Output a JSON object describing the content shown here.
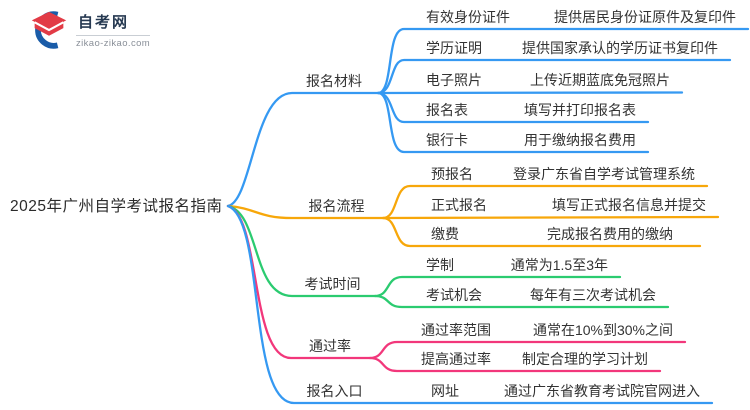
{
  "logo": {
    "site_name": "自考网",
    "site_url": "zikao-zikao.com"
  },
  "root": {
    "title": "2025年广州自学考试报名指南"
  },
  "colors": {
    "blue": "#3599F2",
    "orange": "#F7A70A",
    "green": "#2BCB70",
    "pink": "#F2377B",
    "text": "#333333"
  },
  "branches": [
    {
      "label": "报名材料",
      "color": "#3599F2",
      "children": [
        {
          "label": "有效身份证件",
          "desc": "提供居民身份证原件及复印件"
        },
        {
          "label": "学历证明",
          "desc": "提供国家承认的学历证书复印件"
        },
        {
          "label": "电子照片",
          "desc": "上传近期蓝底免冠照片"
        },
        {
          "label": "报名表",
          "desc": "填写并打印报名表"
        },
        {
          "label": "银行卡",
          "desc": "用于缴纳报名费用"
        }
      ]
    },
    {
      "label": "报名流程",
      "color": "#F7A70A",
      "children": [
        {
          "label": "预报名",
          "desc": "登录广东省自学考试管理系统"
        },
        {
          "label": "正式报名",
          "desc": "填写正式报名信息并提交"
        },
        {
          "label": "缴费",
          "desc": "完成报名费用的缴纳"
        }
      ]
    },
    {
      "label": "考试时间",
      "color": "#2BCB70",
      "children": [
        {
          "label": "学制",
          "desc": "通常为1.5至3年"
        },
        {
          "label": "考试机会",
          "desc": "每年有三次考试机会"
        }
      ]
    },
    {
      "label": "通过率",
      "color": "#F2377B",
      "children": [
        {
          "label": "通过率范围",
          "desc": "通常在10%到30%之间"
        },
        {
          "label": "提高通过率",
          "desc": "制定合理的学习计划"
        }
      ]
    },
    {
      "label": "报名入口",
      "color": "#3599F2",
      "children": [
        {
          "label": "网址",
          "desc": "通过广东省教育考试院官网进入"
        }
      ]
    }
  ]
}
